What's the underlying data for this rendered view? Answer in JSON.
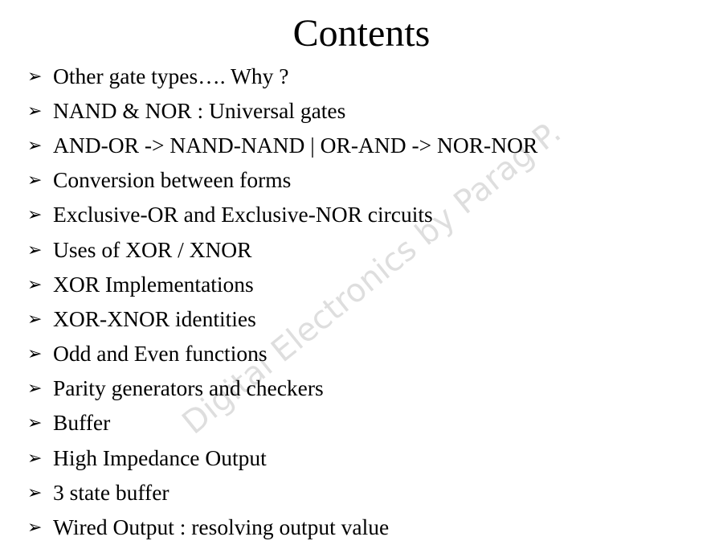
{
  "title": "Contents",
  "bullet_icon": "arrowhead-bullet",
  "items": [
    "Other gate types…. Why ?",
    "NAND  & NOR : Universal gates",
    "AND-OR -> NAND-NAND | OR-AND -> NOR-NOR",
    "Conversion between forms",
    "Exclusive-OR and Exclusive-NOR circuits",
    "Uses of XOR / XNOR",
    "XOR Implementations",
    "XOR-XNOR identities",
    "Odd and Even functions",
    "Parity generators and checkers",
    "Buffer",
    "High Impedance Output",
    "3 state buffer",
    "Wired Output : resolving output value"
  ],
  "watermark": "Digital Electronics by Parag P."
}
